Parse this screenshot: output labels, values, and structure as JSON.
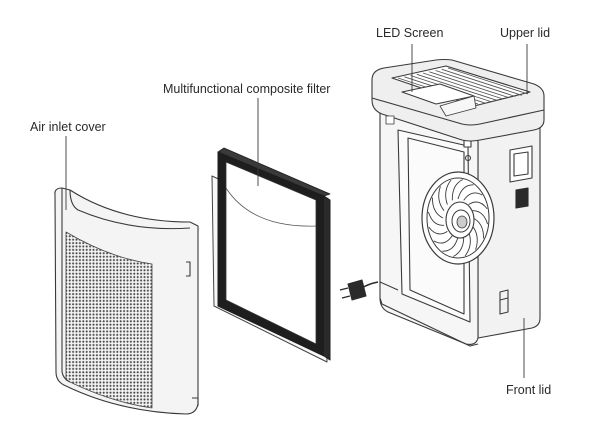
{
  "diagram": {
    "callouts": {
      "led_screen": "LED Screen",
      "upper_lid": "Upper lid",
      "filter": "Multifunctional composite filter",
      "air_inlet_cover": "Air inlet cover",
      "front_lid": "Front lid"
    },
    "colors": {
      "line": "#3a3a3a",
      "body_fill": "#f4f4f4",
      "grille": "#555555",
      "filter_frame": "#1e1e1e",
      "background": "#ffffff"
    },
    "icons": {
      "fan": "fan-icon",
      "power_plug": "power-plug-icon",
      "grille": "grille-pattern"
    }
  }
}
